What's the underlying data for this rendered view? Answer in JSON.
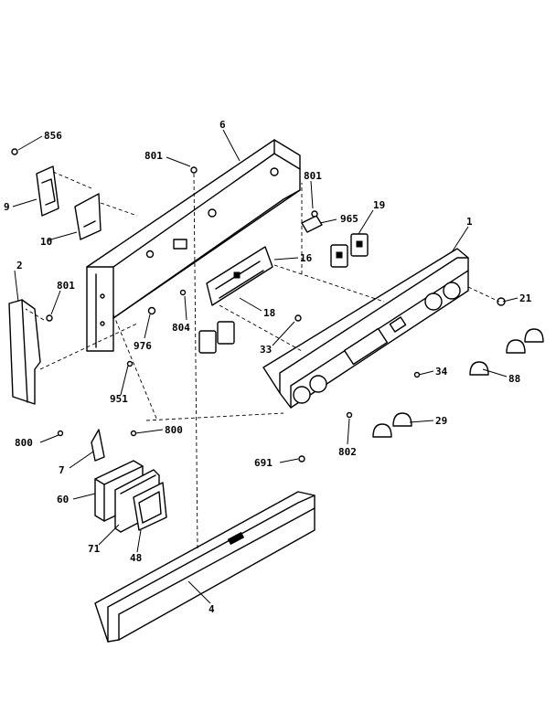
{
  "labels": {
    "l856": "856",
    "l6": "6",
    "l801a": "801",
    "l801b": "801",
    "l9": "9",
    "l965": "965",
    "l19": "19",
    "l10": "10",
    "l1": "1",
    "l2": "2",
    "l16": "16",
    "l801c": "801",
    "l21": "21",
    "l18": "18",
    "l976": "976",
    "l804": "804",
    "l33": "33",
    "l88": "88",
    "l34": "34",
    "l951": "951",
    "l29": "29",
    "l800a": "800",
    "l800b": "800",
    "l802": "802",
    "l7": "7",
    "l691": "691",
    "l60": "60",
    "l71": "71",
    "l48": "48",
    "l4": "4"
  }
}
